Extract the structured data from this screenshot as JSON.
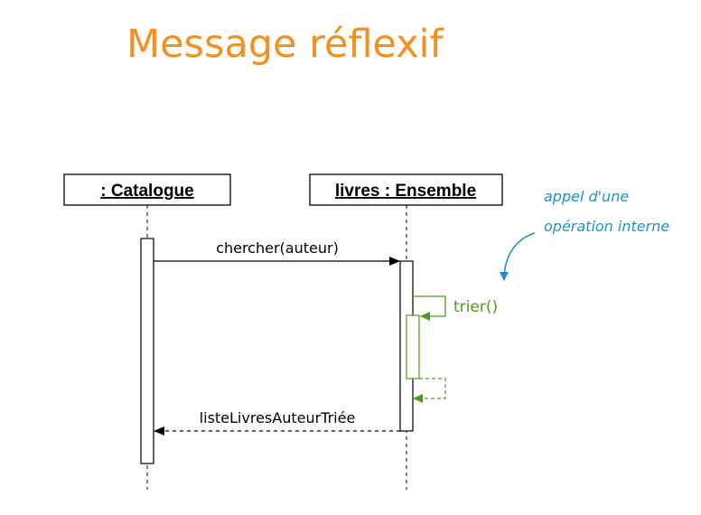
{
  "title": "Message réflexif",
  "lifelines": [
    {
      "label": ": Catalogue"
    },
    {
      "label": "livres : Ensemble"
    }
  ],
  "messages": {
    "call": "chercher(auteur)",
    "self_call": "trier()",
    "return": "listeLivresAuteurTriée"
  },
  "note": {
    "line1": "appel d'une",
    "line2": "opération interne"
  },
  "colors": {
    "title": "#f5901e",
    "self_message": "#4e9a1c",
    "note": "#1f8fd0",
    "line": "#000000"
  }
}
